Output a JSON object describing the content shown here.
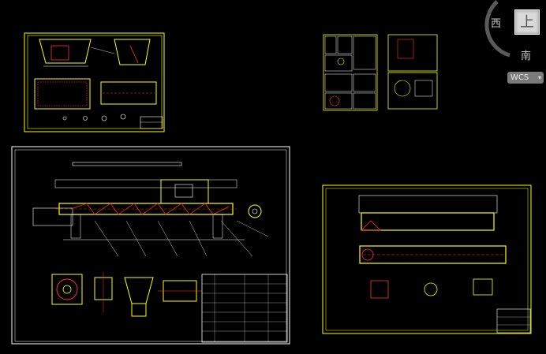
{
  "viewcube": {
    "face_label": "上",
    "west_label": "西",
    "south_label": "南"
  },
  "wcs": {
    "label": "WCS",
    "arrow": "▾"
  },
  "colors": {
    "background": "#000000",
    "border": "#ffff00",
    "linework": "#ffffff",
    "accent_red": "#ff3030"
  },
  "icons": [
    "viewcube-ring-icon",
    "chevron-down-icon"
  ]
}
